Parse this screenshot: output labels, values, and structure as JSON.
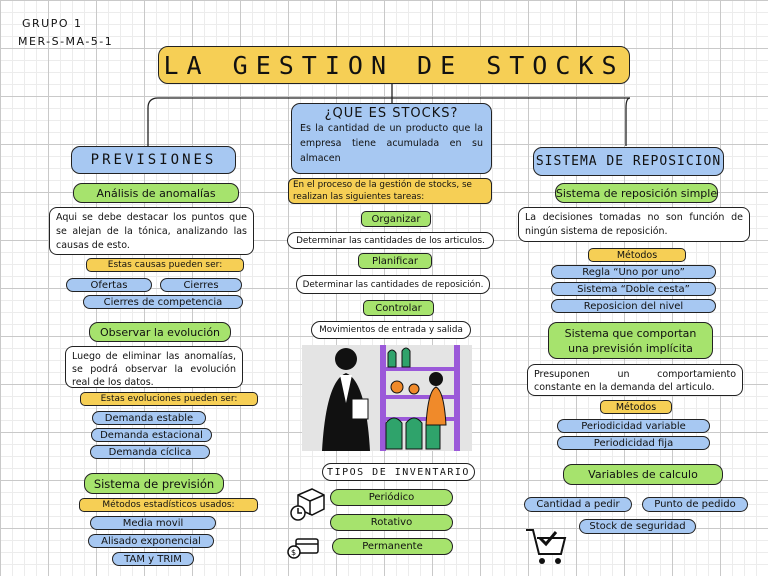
{
  "header": {
    "group": "GRUPO 1",
    "code": "MER-S-MA-5-1",
    "title": "LA GESTION DE STOCKS"
  },
  "center": {
    "question": "¿QUE ES STOCKS?",
    "definition": "Es la cantidad de un producto que la empresa tiene acumulada en su almacen",
    "process_note": "En el proceso de la gestión de stocks, se realizan las siguientes tareas:",
    "tasks": [
      {
        "label": "Organizar",
        "desc": "Determinar las cantidades de los articulos."
      },
      {
        "label": "Planificar",
        "desc": "Determinar las cantidades de reposición."
      },
      {
        "label": "Controlar",
        "desc": "Movimientos de entrada y salida"
      }
    ],
    "inventory_title": "TIPOS DE INVENTARIO",
    "inventory_types": [
      "Periódico",
      "Rotativo",
      "Permanente"
    ]
  },
  "previsiones": {
    "title": "PREVISIONES",
    "anomalias": "Análisis de anomalías",
    "anomalias_text": "Aqui se debe destacar los puntos que se alejan de la tónica, analizando las causas de esto.",
    "causas_label": "Estas causas pueden ser:",
    "causas": [
      "Ofertas",
      "Cierres",
      "Cierres de competencia"
    ],
    "evolucion": "Observar la evolución",
    "evolucion_text": "Luego de eliminar las anomalías, se podrá observar la evolución real de los datos.",
    "evoluciones_label": "Estas evoluciones pueden ser:",
    "evoluciones": [
      "Demanda estable",
      "Demanda estacional",
      "Demanda cíclica"
    ],
    "sistema": "Sistema de previsión",
    "metodos_label": "Métodos estadísticos usados:",
    "metodos": [
      "Media movil",
      "Alisado exponencial",
      "TAM y TRIM"
    ]
  },
  "reposicion": {
    "title": "SISTEMA DE REPOSICION",
    "simple": "Sistema de reposición simple",
    "simple_text": "La decisiones tomadas no son función de ningún sistema de reposición.",
    "metodos_label": "Métodos",
    "metodos": [
      "Regla “Uno por uno”",
      "Sistema “Doble cesta”",
      "Reposicion del nivel"
    ],
    "implicita": "Sistema que comportan una previsión implícita",
    "implicita_text": "Presuponen un comportamiento constante en la demanda del articulo.",
    "metodos2_label": "Métodos",
    "metodos2": [
      "Periodicidad variable",
      "Periodicidad fija"
    ],
    "variables": "Variables de calculo",
    "variables_items": [
      "Cantidad a pedir",
      "Punto de pedido",
      "Stock de seguridad"
    ]
  },
  "colors": {
    "green": "#a6e36d",
    "blue": "#a7c8f2",
    "yellow": "#f6cf55",
    "purple": "#9b59d9"
  },
  "icons": [
    "delivery-box-icon",
    "truck-money-icon",
    "shopping-cart-check-icon"
  ]
}
